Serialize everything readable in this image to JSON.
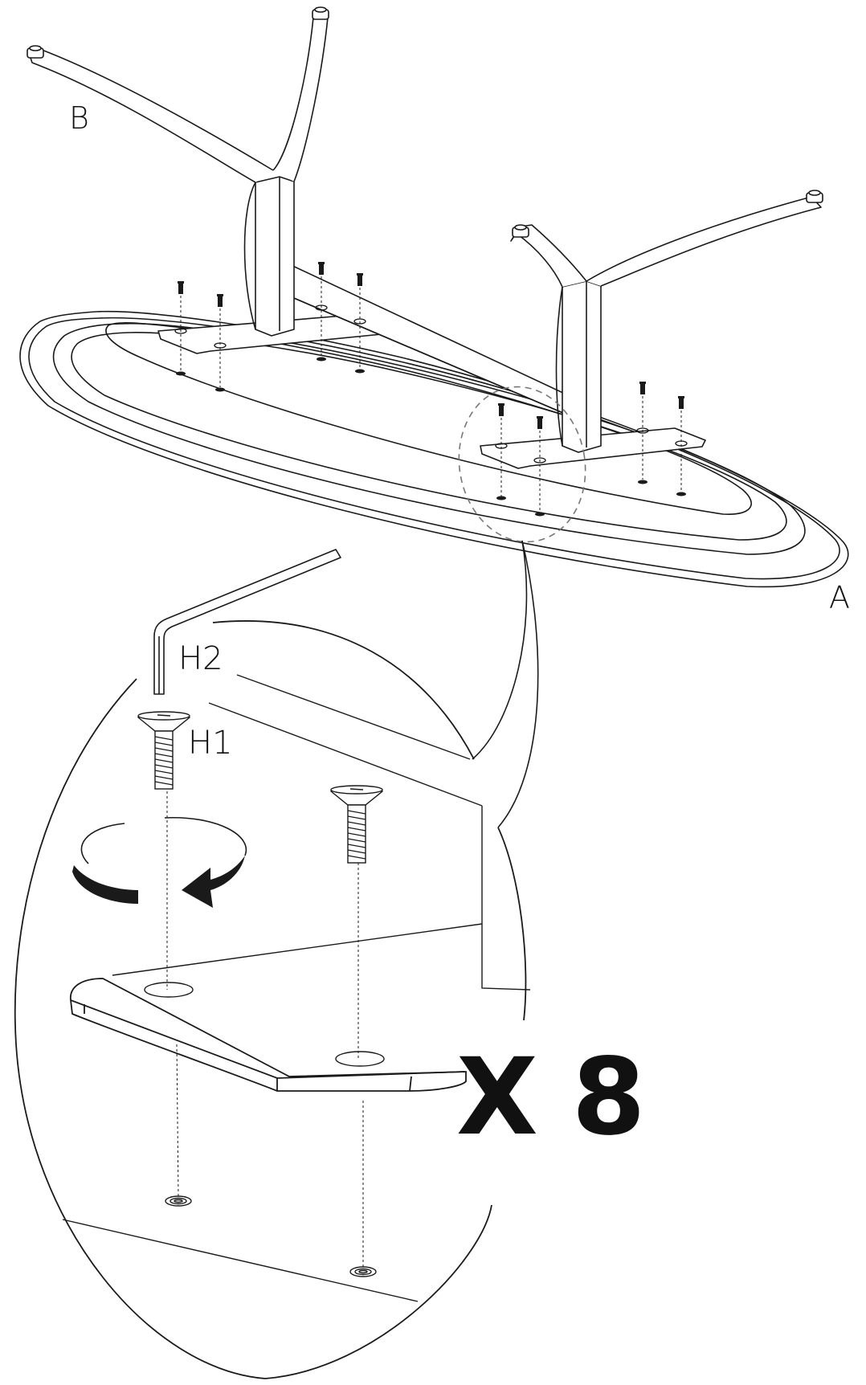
{
  "labels": {
    "table_top": "A",
    "table_base": "B",
    "allen_key": "H2",
    "bolt": "H1",
    "quantity": "X 8"
  },
  "colors": {
    "line": "#1a1a1a",
    "background": "#ffffff",
    "callout_dash": "#777777"
  },
  "icons": [
    "bolt-icon",
    "allen-key-icon",
    "rotate-clockwise-arrow-icon"
  ]
}
